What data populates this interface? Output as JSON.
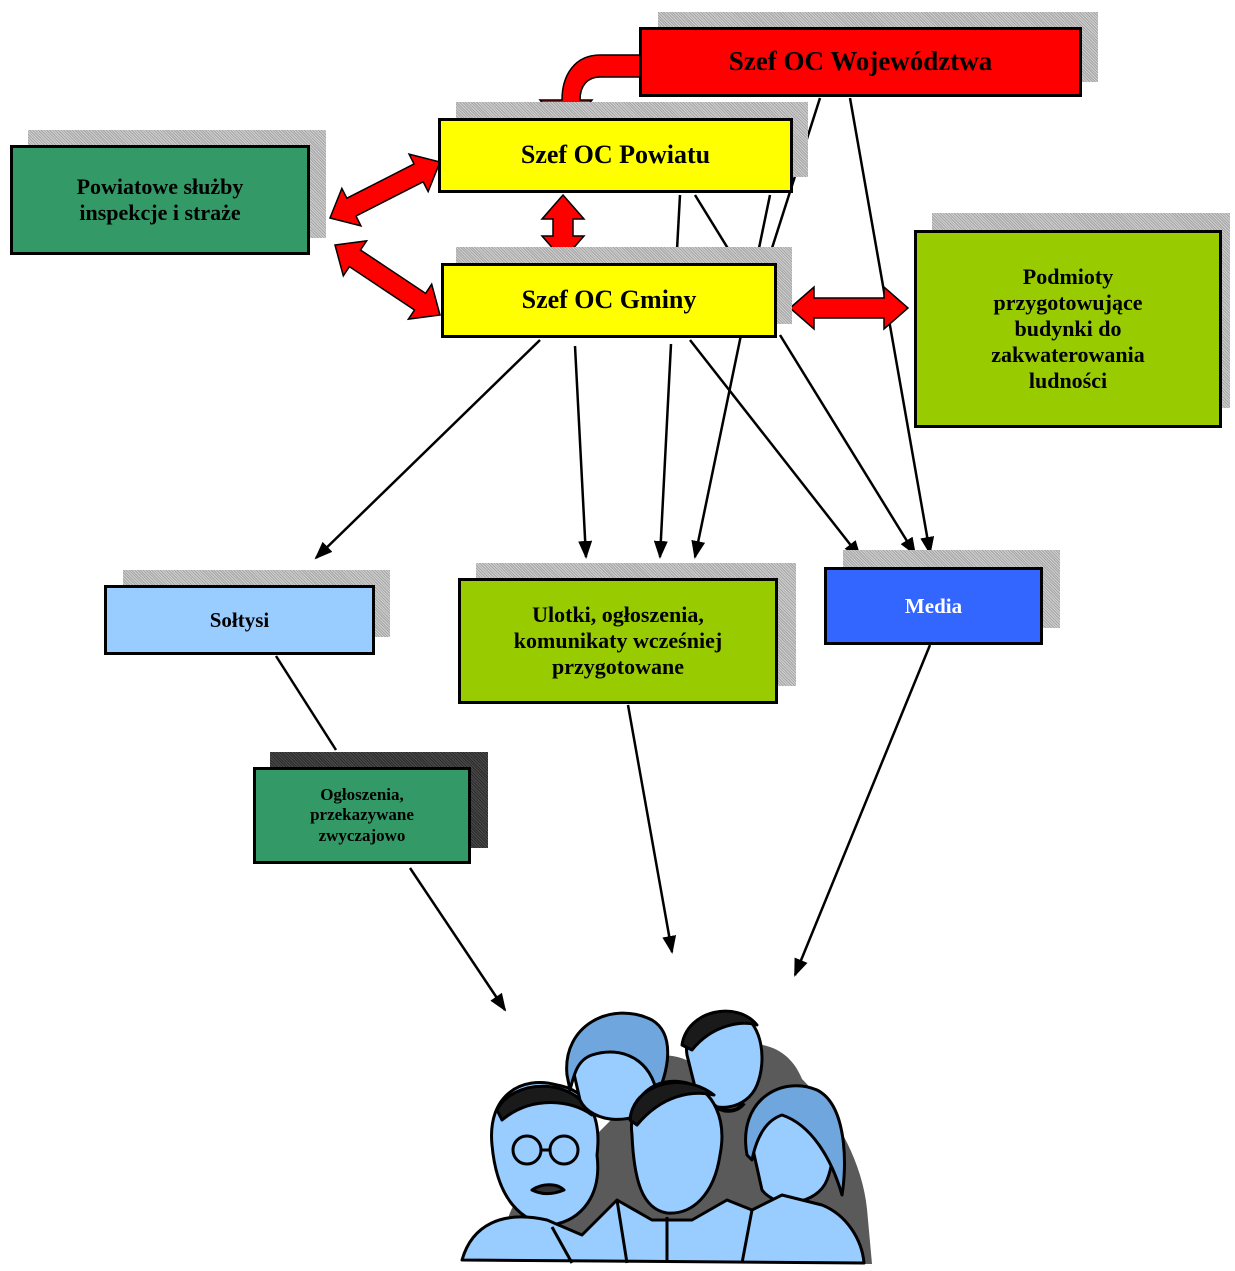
{
  "diagram": {
    "nodes": {
      "wojewodztwo": {
        "label": "Szef OC Województwa",
        "color": "#ff0000"
      },
      "powiat": {
        "label": "Szef OC Powiatu",
        "color": "#ffff00"
      },
      "gmina": {
        "label": "Szef OC Gminy",
        "color": "#ffff00"
      },
      "sluzby": {
        "label_lines": [
          "Powiatowe służby",
          "inspekcje i straże"
        ],
        "color": "#339966"
      },
      "podmioty": {
        "label_lines": [
          "Podmioty",
          "przygotowujące",
          "budynki do",
          "zakwaterowania",
          "ludności"
        ],
        "color": "#99cc00"
      },
      "soltysi": {
        "label": "Sołtysi",
        "color": "#99ccff"
      },
      "ulotki": {
        "label_lines": [
          "Ulotki, ogłoszenia,",
          "komunikaty wcześniej",
          "przygotowane"
        ],
        "color": "#99cc00"
      },
      "media": {
        "label": "Media",
        "color": "#3366ff",
        "text_color": "#ffffff"
      },
      "ogloszenia": {
        "label_lines": [
          "Ogłoszenia,",
          "przekazywane",
          "zwyczajowo"
        ],
        "color": "#339966"
      }
    },
    "people_icon": "group-of-people-icon",
    "colors": {
      "double_arrow": "#ff0000",
      "line": "#000000",
      "people_fill": "#99ccff"
    }
  }
}
